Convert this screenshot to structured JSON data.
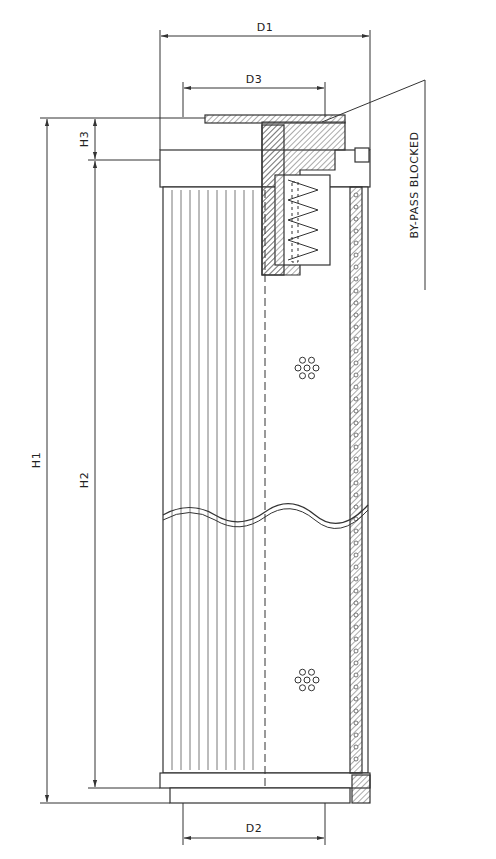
{
  "diagram": {
    "labels": [
      "D1",
      "D3",
      "H3",
      "BY-PASS BLOCKED",
      "H1",
      "H2",
      "D2"
    ]
  }
}
